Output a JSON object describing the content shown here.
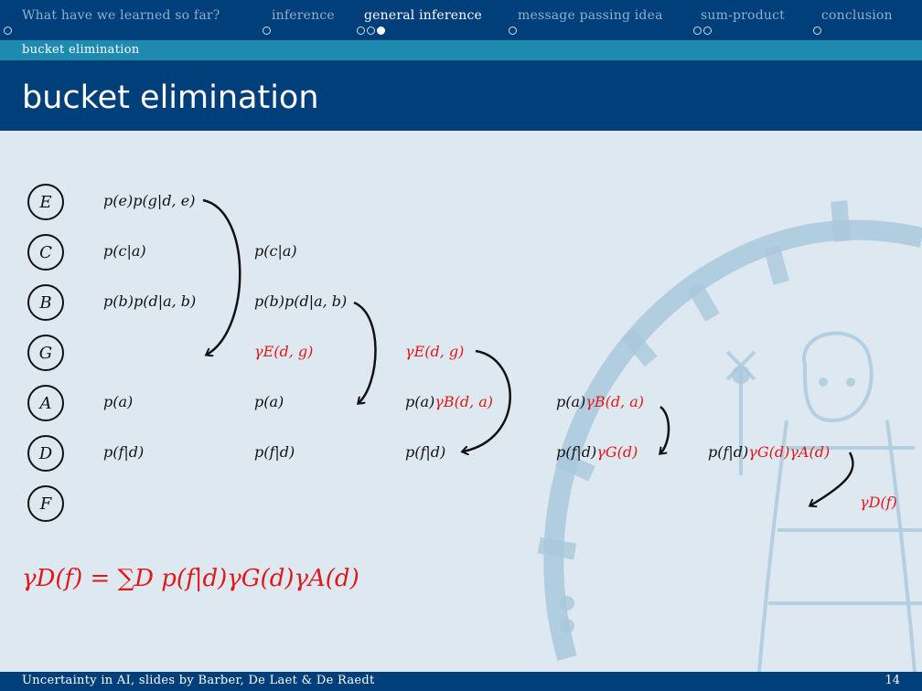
{
  "nav": {
    "items": [
      {
        "label": "What have we learned so far?",
        "active": false
      },
      {
        "label": "inference",
        "active": false
      },
      {
        "label": "general inference",
        "active": true
      },
      {
        "label": "message passing idea",
        "active": false
      },
      {
        "label": "sum-product",
        "active": false
      },
      {
        "label": "conclusion",
        "active": false
      }
    ]
  },
  "subsection": "bucket elimination",
  "title": "bucket elimination",
  "nodes": [
    "E",
    "C",
    "B",
    "G",
    "A",
    "D",
    "F"
  ],
  "columns": {
    "col1": {
      "E": "p(e)p(g|d, e)",
      "C": "p(c|a)",
      "B": "p(b)p(d|a, b)",
      "A": "p(a)",
      "D": "p(f|d)"
    },
    "col2": {
      "C": "p(c|a)",
      "B": "p(b)p(d|a, b)",
      "G": "γE(d, g)",
      "A": "p(a)",
      "D": "p(f|d)"
    },
    "col3": {
      "G": "γE(d, g)",
      "A_black": "p(a)",
      "A_red": "γB(d, a)",
      "D": "p(f|d)"
    },
    "col4": {
      "A_black": "p(a)",
      "A_red": "γB(d, a)",
      "D_black": "p(f|d)",
      "D_red": "γG(d)"
    },
    "col5": {
      "D_black": "p(f|d)",
      "D_red": "γG(d)γA(d)",
      "F": "γD(f)"
    }
  },
  "formula": "γD(f) = ∑D p(f|d)γG(d)γA(d)",
  "footer": {
    "left": "Uncertainty in AI, slides by Barber, De Laet & De Raedt",
    "page": "14"
  },
  "colors": {
    "bar": "#003f7a",
    "subbar": "#1f8ab0",
    "background": "#dde8f0",
    "highlight": "#e01818",
    "watermark": "#a9c9dd"
  },
  "watermark": "seal-watermark"
}
